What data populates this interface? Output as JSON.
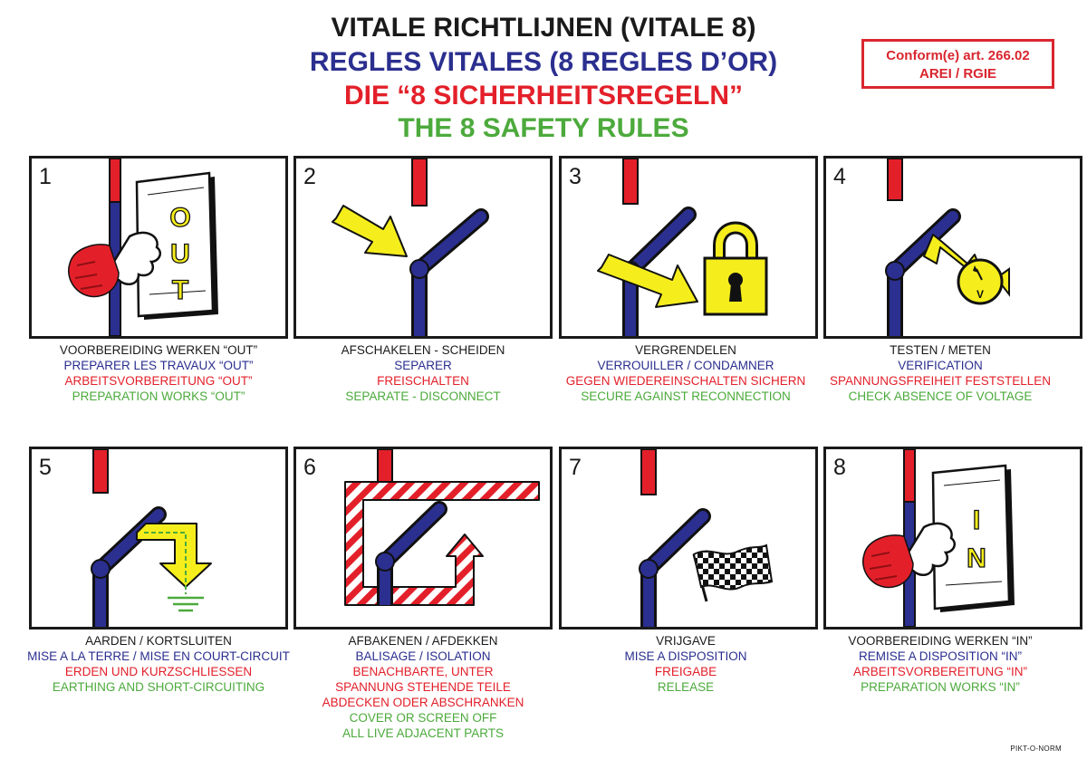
{
  "header": {
    "title_nl": "VITALE RICHTLIJNEN (VITALE 8)",
    "title_fr": "REGLES VITALES (8 REGLES D’OR)",
    "title_de": "DIE “8 SICHERHEITSREGELN”",
    "title_en": "THE 8 SAFETY RULES",
    "conform_line1": "Conform(e) art. 266.02",
    "conform_line2": "AREI / RGIE"
  },
  "colors": {
    "blue": "#2b2f8f",
    "red": "#e3202a",
    "green": "#4caa3c",
    "yellow": "#f5ee1c"
  },
  "rules": [
    {
      "number": "1",
      "icon": "out-document-hand-icon",
      "sign_letters": "OUT",
      "nl": "VOORBEREIDING WERKEN “OUT”",
      "fr": "PREPARER LES TRAVAUX “OUT”",
      "de": "ARBEITSVORBEREITUNG “OUT”",
      "en": "PREPARATION WORKS “OUT”"
    },
    {
      "number": "2",
      "icon": "disconnect-switch-icon",
      "nl": "AFSCHAKELEN - SCHEIDEN",
      "fr": "SEPARER",
      "de": "FREISCHALTEN",
      "en": "SEPARATE - DISCONNECT"
    },
    {
      "number": "3",
      "icon": "padlock-icon",
      "nl": "VERGRENDELEN",
      "fr": "VERROUILLER / CONDAMNER",
      "de": "GEGEN WIEDEREINSCHALTEN SICHERN",
      "en": "SECURE AGAINST RECONNECTION"
    },
    {
      "number": "4",
      "icon": "voltmeter-icon",
      "meter_letter": "V",
      "nl": "TESTEN / METEN",
      "fr": "VERIFICATION",
      "de": "SPANNUNGSFREIHEIT FESTSTELLEN",
      "en": "CHECK ABSENCE OF VOLTAGE"
    },
    {
      "number": "5",
      "icon": "earth-ground-icon",
      "nl": "AARDEN / KORTSLUITEN",
      "fr": "MISE A LA TERRE / MISE EN COURT-CIRCUIT",
      "de": "ERDEN UND KURZSCHLIESSEN",
      "en": "EARTHING AND SHORT-CIRCUITING"
    },
    {
      "number": "6",
      "icon": "barrier-icon",
      "nl": "AFBAKENEN / AFDEKKEN",
      "fr": "BALISAGE / ISOLATION",
      "de": "BENACHBARTE, UNTER SPANNUNG STEHENDE TEILE ABDECKEN ODER ABSCHRANKEN",
      "en": "COVER OR SCREEN OFF ALL LIVE ADJACENT PARTS"
    },
    {
      "number": "7",
      "icon": "checkered-flag-icon",
      "nl": "VRIJGAVE",
      "fr": "MISE A DISPOSITION",
      "de": "FREIGABE",
      "en": "RELEASE"
    },
    {
      "number": "8",
      "icon": "in-document-hand-icon",
      "sign_letters": "IN",
      "nl": "VOORBEREIDING WERKEN “IN”",
      "fr": "REMISE A DISPOSITION “IN”",
      "de": "ARBEITSVORBEREITUNG “IN”",
      "en": "PREPARATION WORKS “IN”"
    }
  ],
  "footer": {
    "brand": "PIKT-O-NORM"
  }
}
